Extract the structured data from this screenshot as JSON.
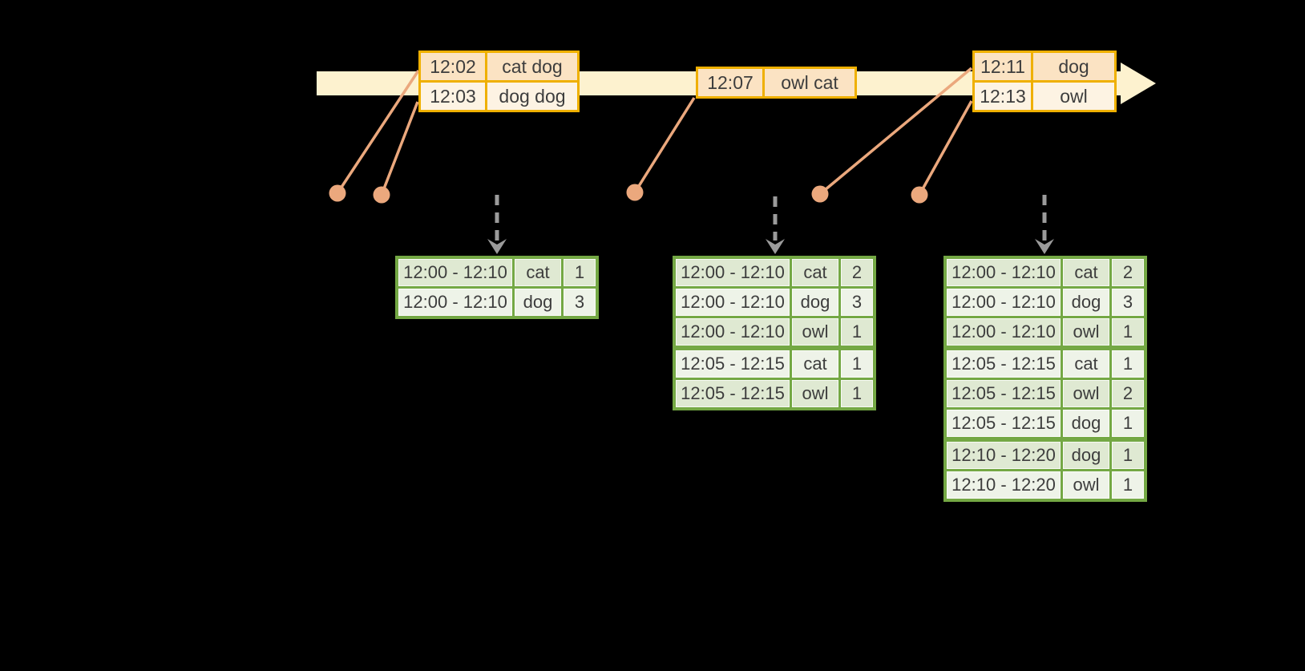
{
  "colors": {
    "background": "#000000",
    "timeline_fill": "#fdf2cf",
    "event_table_border": "#efb000",
    "event_row_dark": "#fbe3c3",
    "event_row_light": "#fdf3e3",
    "event_marker": "#eba87d",
    "trigger_arrow": "#9b9b9b",
    "result_table_border": "#74a844",
    "result_row_dark": "#dfe9d2",
    "result_row_light": "#eef3e8",
    "text": "#3d3d3d"
  },
  "event_tables": [
    {
      "rows": [
        {
          "time": "12:02",
          "words": "cat dog"
        },
        {
          "time": "12:03",
          "words": "dog dog"
        }
      ]
    },
    {
      "rows": [
        {
          "time": "12:07",
          "words": "owl cat"
        }
      ]
    },
    {
      "rows": [
        {
          "time": "12:11",
          "words": "dog"
        },
        {
          "time": "12:13",
          "words": "owl"
        }
      ]
    }
  ],
  "result_tables": [
    {
      "rows": [
        {
          "window": "12:00 - 12:10",
          "word": "cat",
          "count": "1"
        },
        {
          "window": "12:00 - 12:10",
          "word": "dog",
          "count": "3"
        }
      ]
    },
    {
      "rows": [
        {
          "window": "12:00 - 12:10",
          "word": "cat",
          "count": "2"
        },
        {
          "window": "12:00 - 12:10",
          "word": "dog",
          "count": "3"
        },
        {
          "window": "12:00 - 12:10",
          "word": "owl",
          "count": "1"
        },
        {
          "window": "12:05 - 12:15",
          "word": "cat",
          "count": "1"
        },
        {
          "window": "12:05 - 12:15",
          "word": "owl",
          "count": "1"
        }
      ]
    },
    {
      "rows": [
        {
          "window": "12:00 - 12:10",
          "word": "cat",
          "count": "2"
        },
        {
          "window": "12:00 - 12:10",
          "word": "dog",
          "count": "3"
        },
        {
          "window": "12:00 - 12:10",
          "word": "owl",
          "count": "1"
        },
        {
          "window": "12:05 - 12:15",
          "word": "cat",
          "count": "1"
        },
        {
          "window": "12:05 - 12:15",
          "word": "owl",
          "count": "2"
        },
        {
          "window": "12:05 - 12:15",
          "word": "dog",
          "count": "1"
        },
        {
          "window": "12:10 - 12:20",
          "word": "dog",
          "count": "1"
        },
        {
          "window": "12:10 - 12:20",
          "word": "owl",
          "count": "1"
        }
      ]
    }
  ]
}
